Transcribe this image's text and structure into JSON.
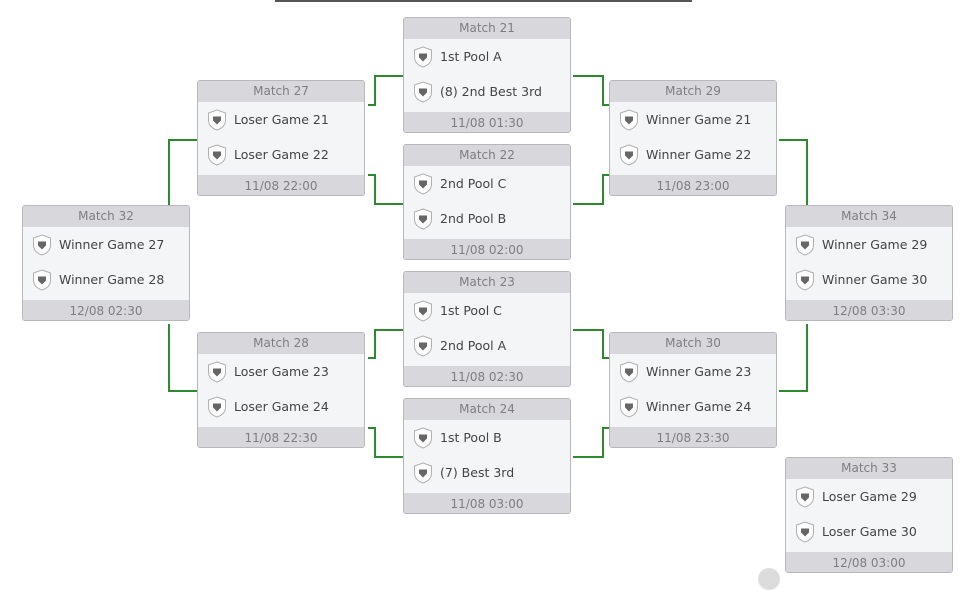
{
  "colors": {
    "connector": "#2f8a2f",
    "header_bg": "#d8d8dc",
    "card_bg": "#f4f5f7"
  },
  "matches": {
    "m21": {
      "title": "Match 21",
      "team1": "1st Pool A",
      "team2": "(8) 2nd Best 3rd",
      "time": "11/08 01:30"
    },
    "m22": {
      "title": "Match 22",
      "team1": "2nd Pool C",
      "team2": "2nd Pool B",
      "time": "11/08 02:00"
    },
    "m23": {
      "title": "Match 23",
      "team1": "1st Pool C",
      "team2": "2nd Pool A",
      "time": "11/08 02:30"
    },
    "m24": {
      "title": "Match 24",
      "team1": "1st Pool B",
      "team2": "(7) Best 3rd",
      "time": "11/08 03:00"
    },
    "m27": {
      "title": "Match 27",
      "team1": "Loser Game 21",
      "team2": "Loser Game 22",
      "time": "11/08 22:00"
    },
    "m28": {
      "title": "Match 28",
      "team1": "Loser Game 23",
      "team2": "Loser Game 24",
      "time": "11/08 22:30"
    },
    "m29": {
      "title": "Match 29",
      "team1": "Winner Game 21",
      "team2": "Winner Game 22",
      "time": "11/08 23:00"
    },
    "m30": {
      "title": "Match 30",
      "team1": "Winner Game 23",
      "team2": "Winner Game 24",
      "time": "11/08 23:30"
    },
    "m32": {
      "title": "Match 32",
      "team1": "Winner Game 27",
      "team2": "Winner Game 28",
      "time": "12/08 02:30"
    },
    "m33": {
      "title": "Match 33",
      "team1": "Loser Game 29",
      "team2": "Loser Game 30",
      "time": "12/08 03:00"
    },
    "m34": {
      "title": "Match 34",
      "team1": "Winner Game 29",
      "team2": "Winner Game 30",
      "time": "12/08 03:30"
    }
  }
}
